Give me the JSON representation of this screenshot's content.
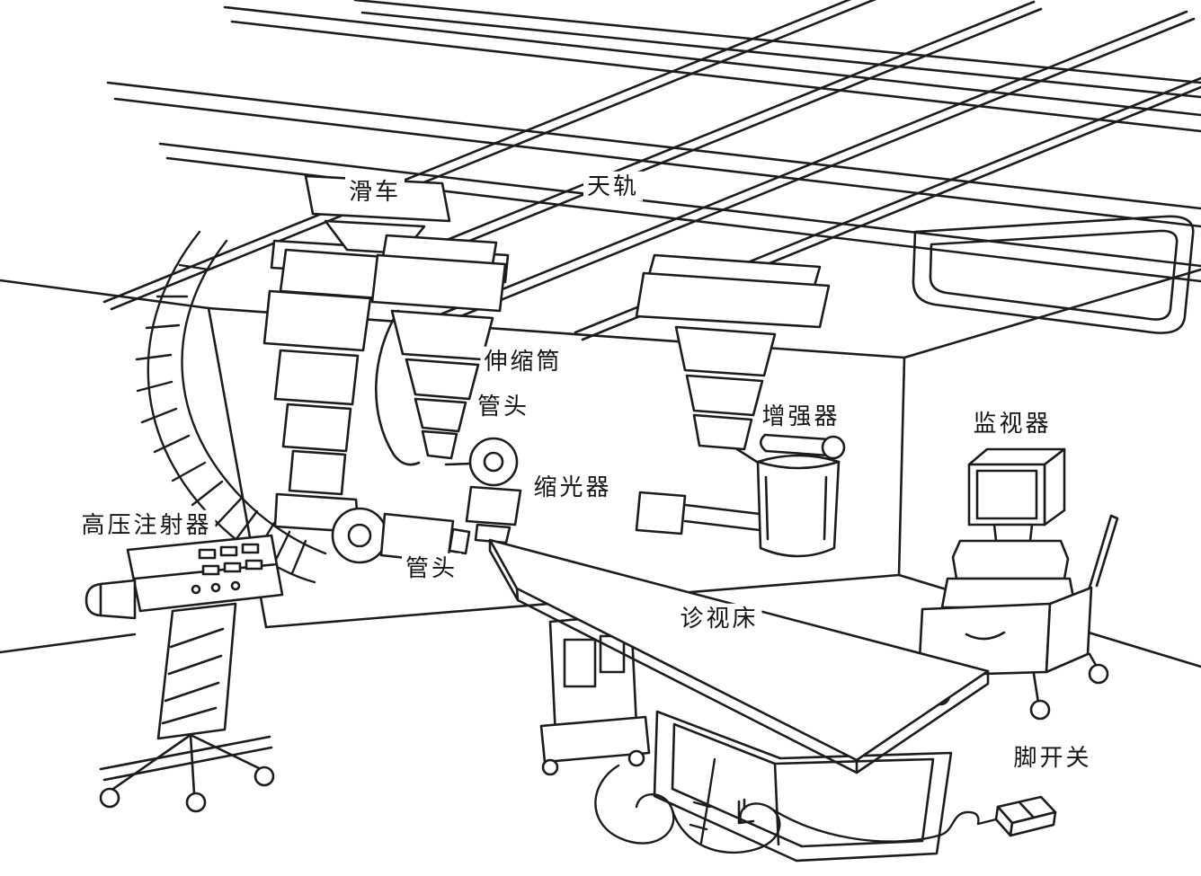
{
  "figure": {
    "background_color": "#ffffff",
    "line_color": "#1c1c1c",
    "description_visible_text_only": true
  },
  "labels": [
    {
      "id": "pulley-trolley",
      "text": "滑车"
    },
    {
      "id": "ceiling-rail",
      "text": "天轨"
    },
    {
      "id": "telescopic-tube",
      "text": "伸缩筒"
    },
    {
      "id": "tube-head-upper",
      "text": "管头"
    },
    {
      "id": "collimator",
      "text": "缩光器"
    },
    {
      "id": "intensifier",
      "text": "增强器"
    },
    {
      "id": "monitor",
      "text": "监视器"
    },
    {
      "id": "high-pressure-injector",
      "text": "高压注射器"
    },
    {
      "id": "tube-head-lower",
      "text": "管头"
    },
    {
      "id": "exam-table",
      "text": "诊视床"
    },
    {
      "id": "foot-switch",
      "text": "脚开关"
    }
  ]
}
